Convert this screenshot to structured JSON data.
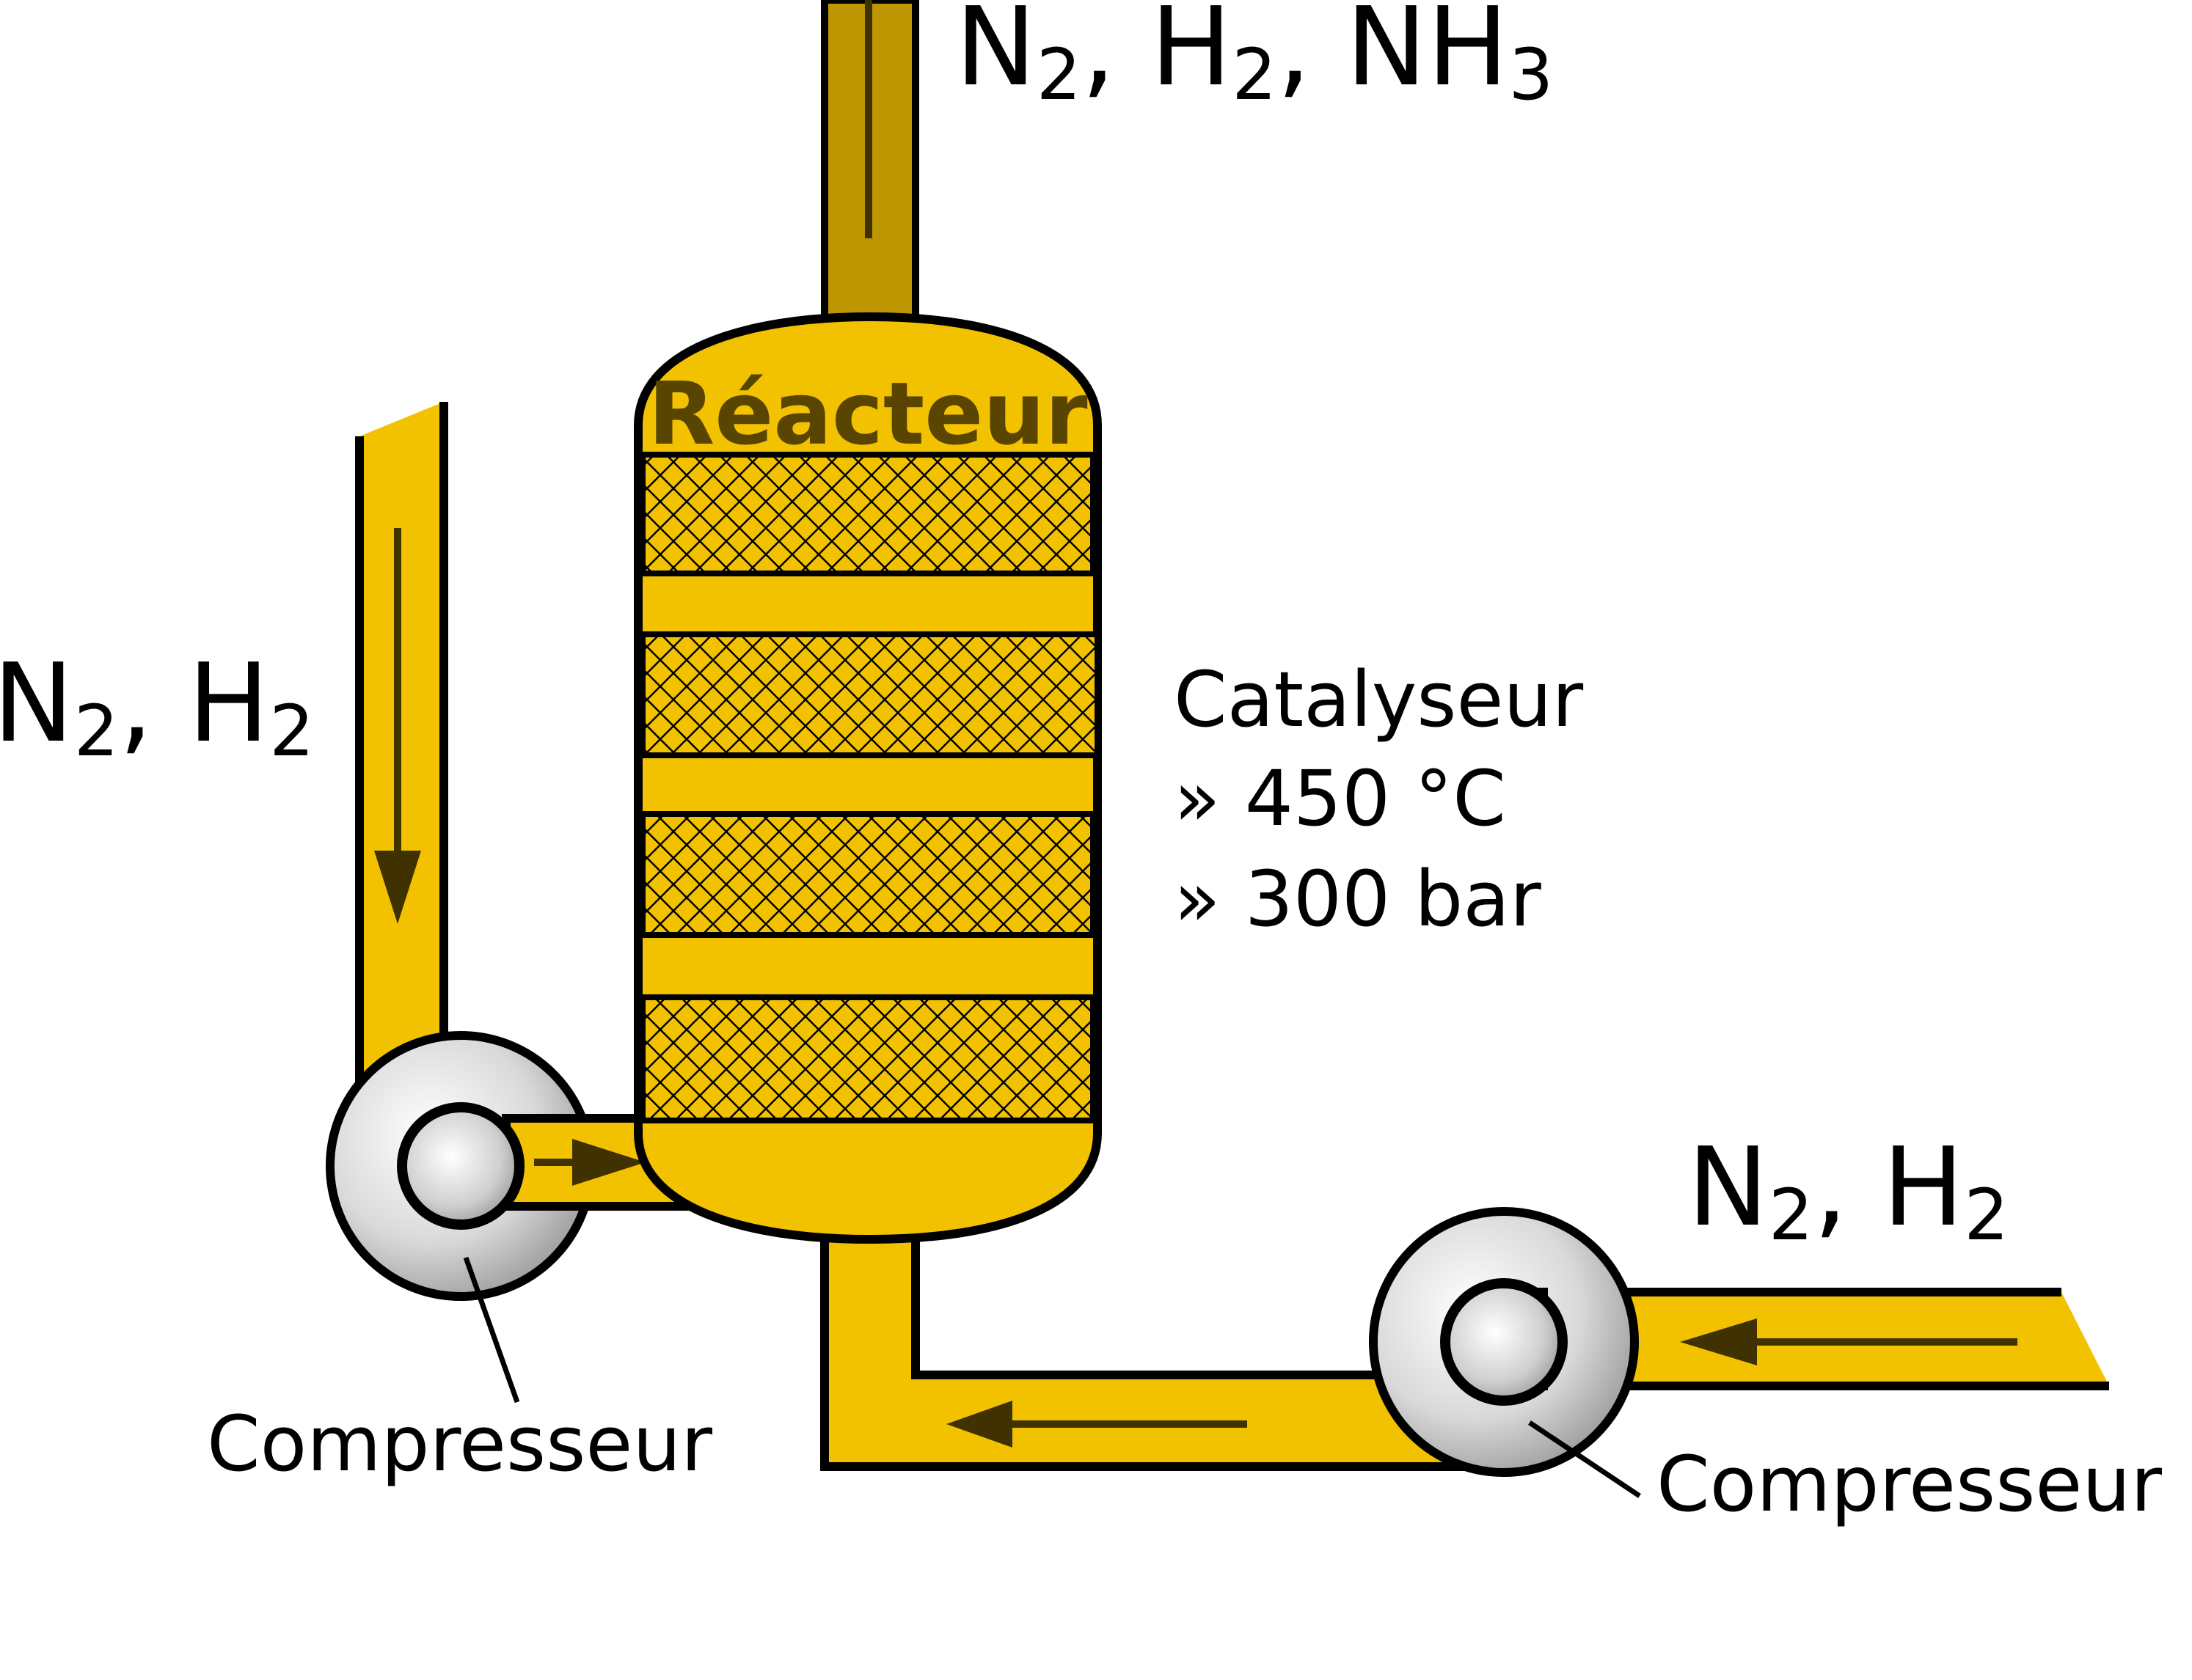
{
  "reactor": {
    "title": "Réacteur"
  },
  "outlet": {
    "label_parts": [
      "N",
      "2",
      ", H",
      "2",
      ", NH",
      "3"
    ]
  },
  "inlet_left": {
    "label_parts": [
      "N",
      "2",
      ", H",
      "2"
    ]
  },
  "inlet_right": {
    "label_parts": [
      "N",
      "2",
      ", H",
      "2"
    ]
  },
  "catalyst": {
    "title": "Catalyseur",
    "temperature": "» 450 °C",
    "pressure": "» 300 bar"
  },
  "compressor_left": {
    "label": "Compresseur"
  },
  "compressor_right": {
    "label": "Compresseur"
  },
  "colors": {
    "gas_fill": "#f2c200",
    "outlet_fill": "#bd9500",
    "reactor_text": "#5a4500",
    "arrow": "#3f3100",
    "stroke": "#000000"
  }
}
